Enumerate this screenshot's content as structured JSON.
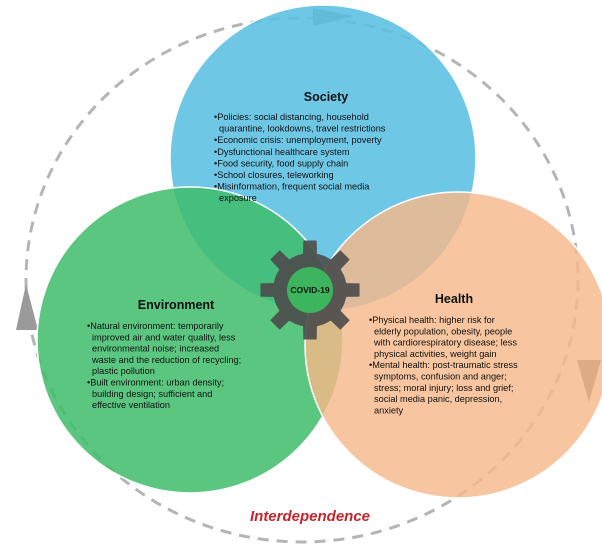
{
  "colors": {
    "society": "#5bbfe2",
    "environment": "#3fbd6b",
    "health": "#f5b88a",
    "gear": "#4a4a4a",
    "gear_center": "#3cb55e",
    "cycle_arrow": "#9a9a9a",
    "interdependence": "#c0272d"
  },
  "society": {
    "title": "Society",
    "bullets": [
      [
        "•Policies: social distancing, household",
        "quarantine, lookdowns, travel restrictions"
      ],
      [
        "•Economic crisis: unemployment, poverty"
      ],
      [
        "•Dysfunctional healthcare system"
      ],
      [
        "•Food security, food supply chain"
      ],
      [
        "•School closures, teleworking"
      ],
      [
        "•Misinformation, frequent social media",
        "exposure"
      ]
    ]
  },
  "environment": {
    "title": "Environment",
    "bullets": [
      [
        "•Natural environment: temporarily",
        "improved air and water quality, less",
        "environmental noise; increased",
        "waste and the reduction of recycling;",
        "plastic pollution"
      ],
      [
        "•Built environment: urban density;",
        "building design; sufficient and",
        "effective ventilation"
      ]
    ]
  },
  "health": {
    "title": "Health",
    "bullets": [
      [
        "•Physical health: higher risk for",
        "elderly population, obesity, people",
        "with cardiorespiratory disease; less",
        "physical activities, weight gain"
      ],
      [
        "•Mental health: post-traumatic stress",
        "symptoms, confusion and anger;",
        "stress; moral injury; loss and grief;",
        "social media panic, depression,",
        "anxiety"
      ]
    ]
  },
  "center": {
    "label": "COVID-19"
  },
  "footer": {
    "label": "Interdependence"
  }
}
